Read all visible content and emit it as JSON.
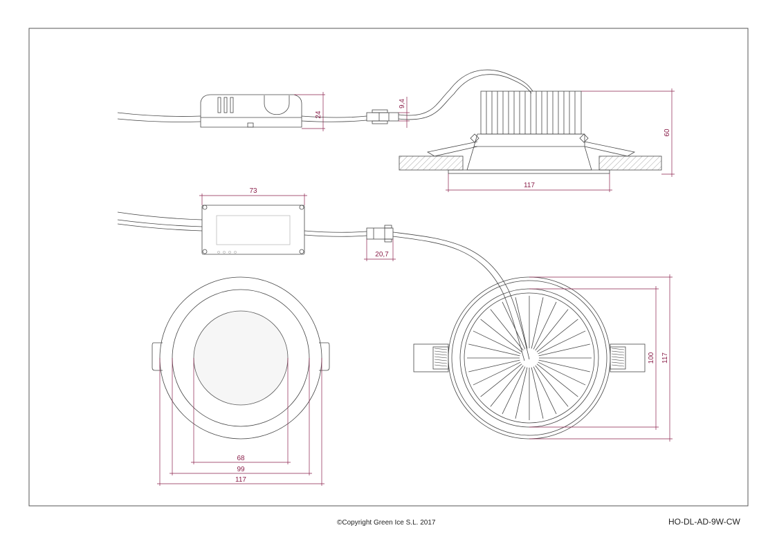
{
  "dimensions": {
    "driver_height": "24",
    "connector_height": "9,4",
    "lamp_height": "60",
    "lamp_side_diameter": "117",
    "driver_length": "73",
    "connector_length": "20,7",
    "front_inner": "68",
    "front_middle": "99",
    "front_outer": "117",
    "back_inner": "100",
    "back_outer": "117"
  },
  "footer": {
    "copyright": "©Copyright Green Ice S.L. 2017",
    "model": "HO-DL-AD-9W-CW"
  },
  "colors": {
    "line": "#444444",
    "dimension": "#8a1f4a"
  }
}
